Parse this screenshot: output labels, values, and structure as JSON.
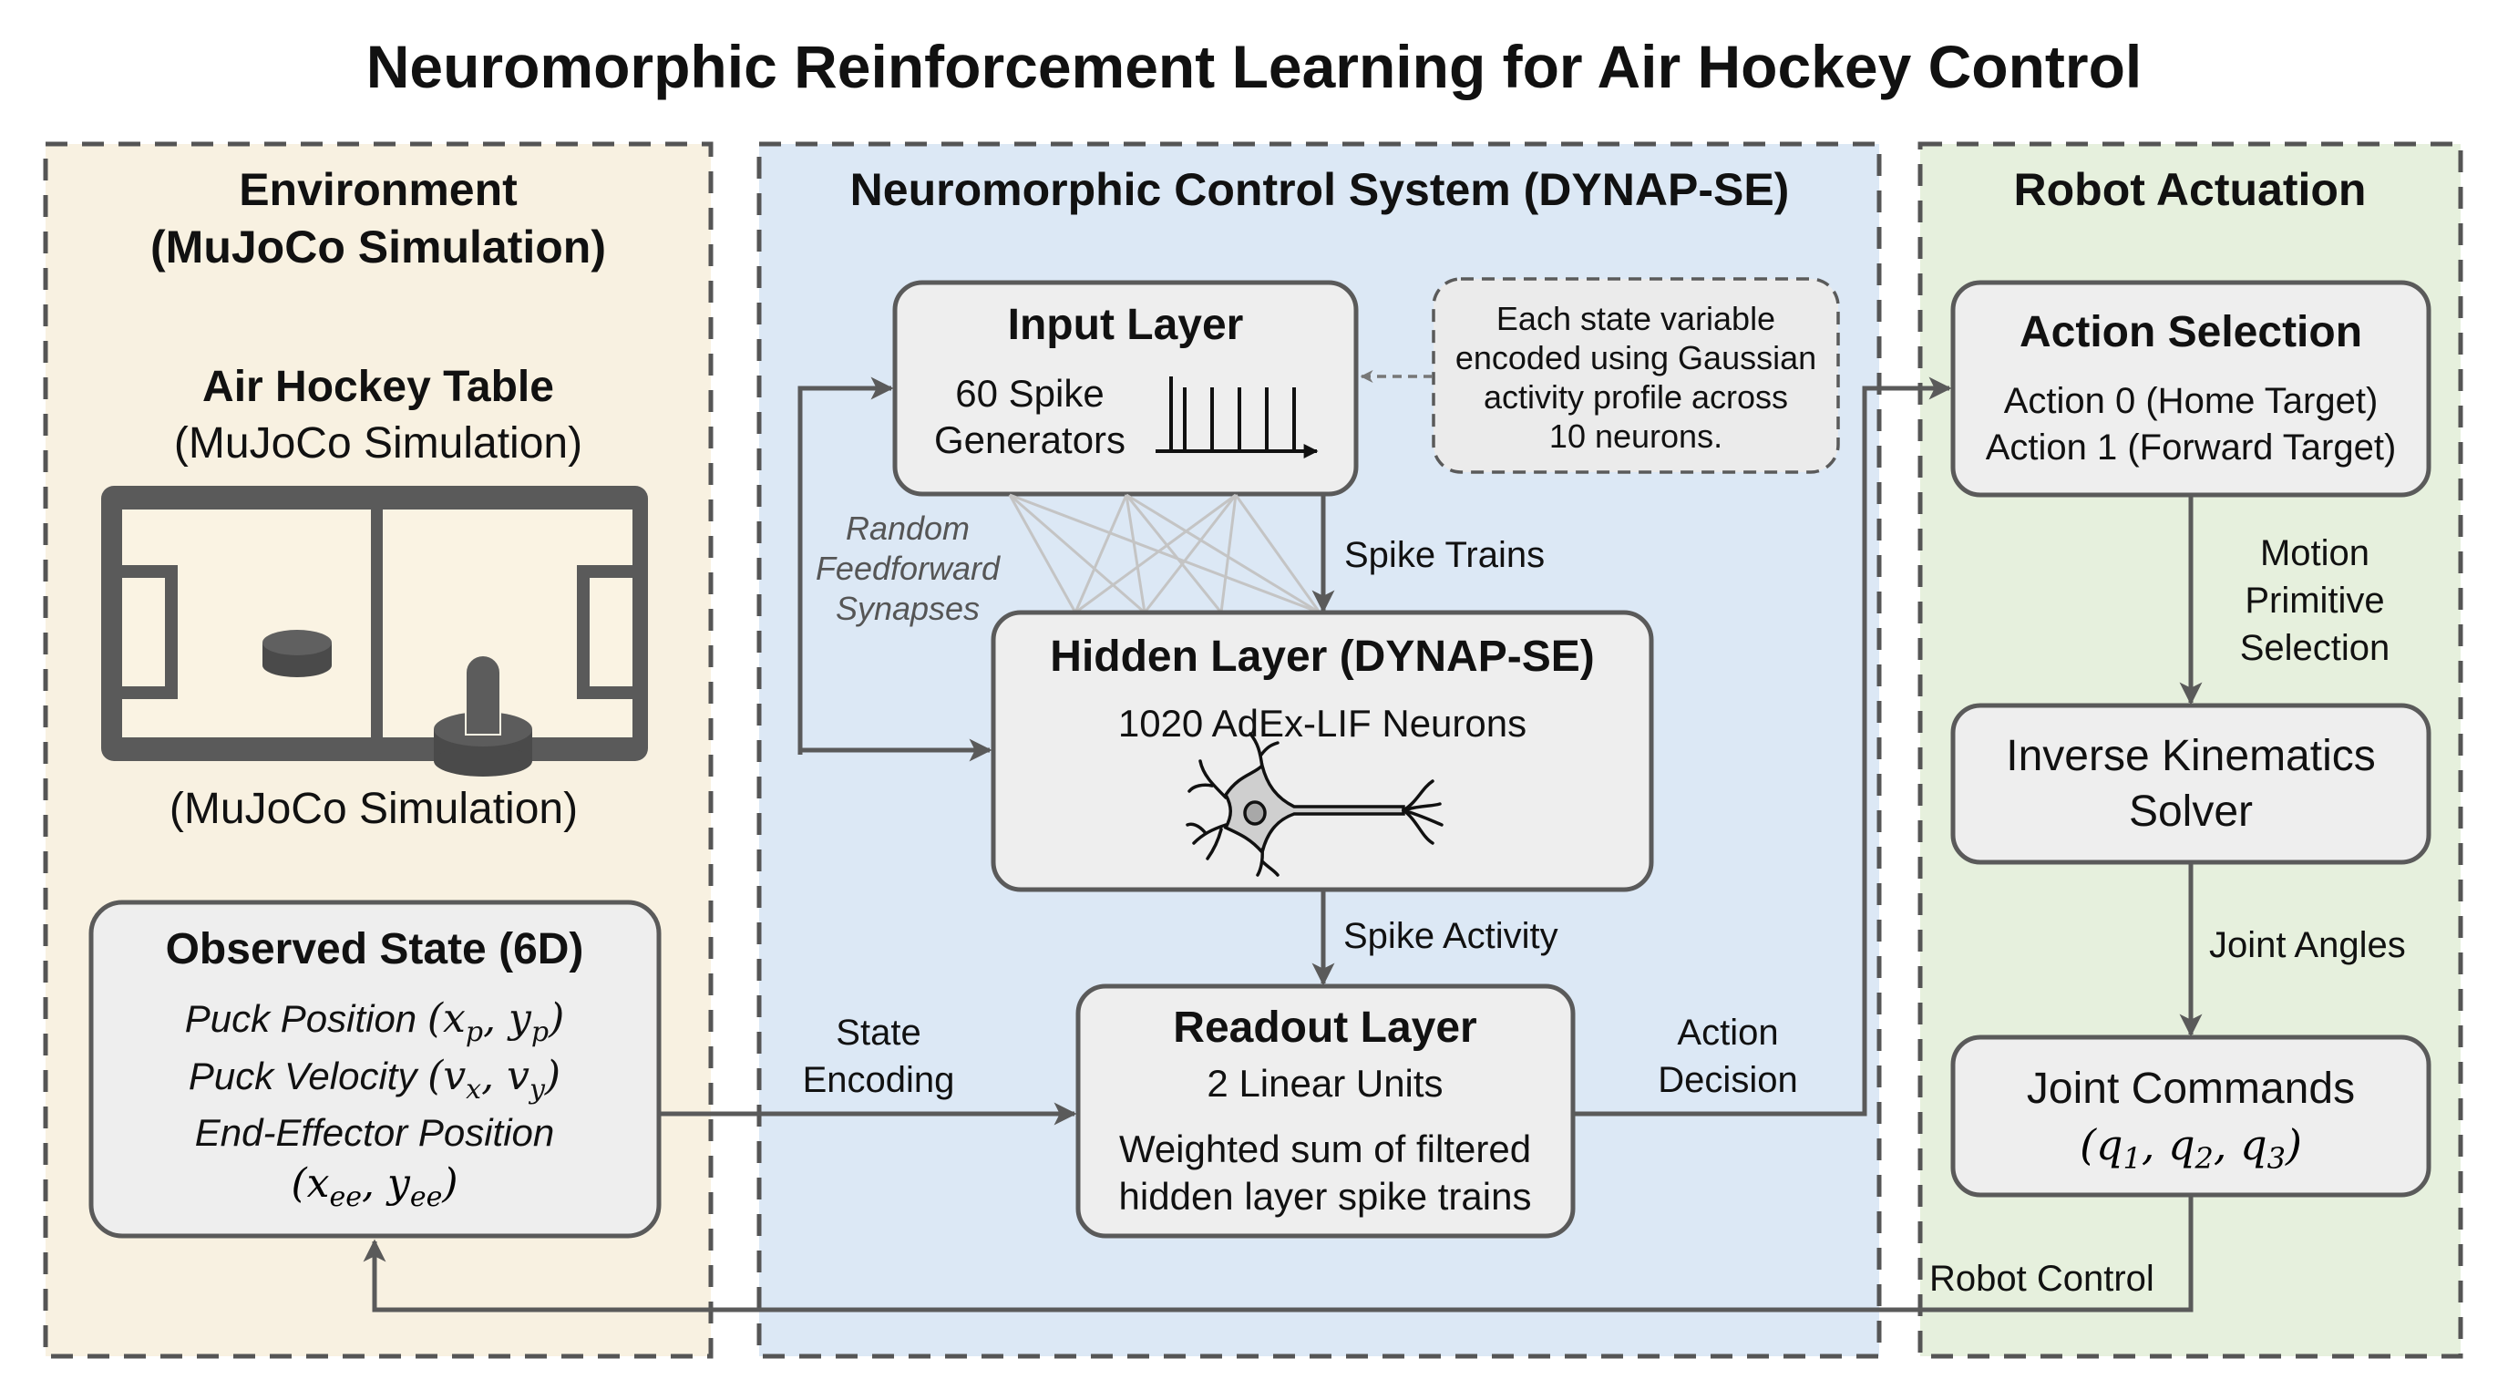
{
  "title": "Neuromorphic Reinforcement Learning for Air Hockey Control",
  "colors": {
    "environment_bg": "#f8f1e1",
    "neuromorphic_bg": "#dce8f5",
    "robot_bg": "#e6f0dd",
    "box_fill": "#eeeeee",
    "stroke": "#555555",
    "synapse": "#c4c4c4"
  },
  "environment": {
    "title_line1": "Environment",
    "title_line2": "(MuJoCo Simulation)",
    "table_title": "Air Hockey Table",
    "table_subtitle": "(MuJoCo Simulation)",
    "table_caption": "(MuJoCo Simulation)",
    "icon": "air-hockey-table-icon",
    "observed_state": {
      "title": "Observed State (6D)",
      "lines": [
        {
          "label": "Puck Position",
          "math": "(x_p, y_p)"
        },
        {
          "label": "Puck Velocity",
          "math": "(v_x, v_y)"
        },
        {
          "label": "End-Effector Position",
          "math": ""
        },
        {
          "label": "",
          "math": "(x_ee, y_ee)"
        }
      ]
    }
  },
  "neuromorphic": {
    "title": "Neuromorphic Control System (DYNAP-SE)",
    "input_layer": {
      "title": "Input Layer",
      "line1": "60 Spike",
      "line2": "Generators",
      "icon": "spike-train-icon"
    },
    "note": {
      "lines": [
        "Each state variable",
        "encoded using Gaussian",
        "activity profile across",
        "10 neurons."
      ]
    },
    "synapses_label": [
      "Random",
      "Feedforward",
      "Synapses"
    ],
    "spike_trains_label": "Spike Trains",
    "hidden_layer": {
      "title": "Hidden Layer (DYNAP-SE)",
      "subtitle": "1020 AdEx-LIF Neurons",
      "icon": "neuron-icon"
    },
    "spike_activity_label": "Spike Activity",
    "readout_layer": {
      "title": "Readout Layer",
      "subtitle": "2 Linear Units",
      "desc_line1": "Weighted sum of filtered",
      "desc_line2": "hidden layer spike trains"
    },
    "state_encoding_label": [
      "State",
      "Encoding"
    ],
    "action_decision_label": [
      "Action",
      "Decision"
    ]
  },
  "robot": {
    "title": "Robot Actuation",
    "action_selection": {
      "title": "Action Selection",
      "line1": "Action 0 (Home Target)",
      "line2": "Action 1 (Forward Target)"
    },
    "motion_label": [
      "Motion",
      "Primitive",
      "Selection"
    ],
    "ik_solver": {
      "line1": "Inverse Kinematics",
      "line2": "Solver"
    },
    "joint_angles_label": "Joint Angles",
    "joint_commands": {
      "title": "Joint Commands",
      "math": "(q1, q2, q3)"
    },
    "robot_control_label": "Robot Control"
  }
}
